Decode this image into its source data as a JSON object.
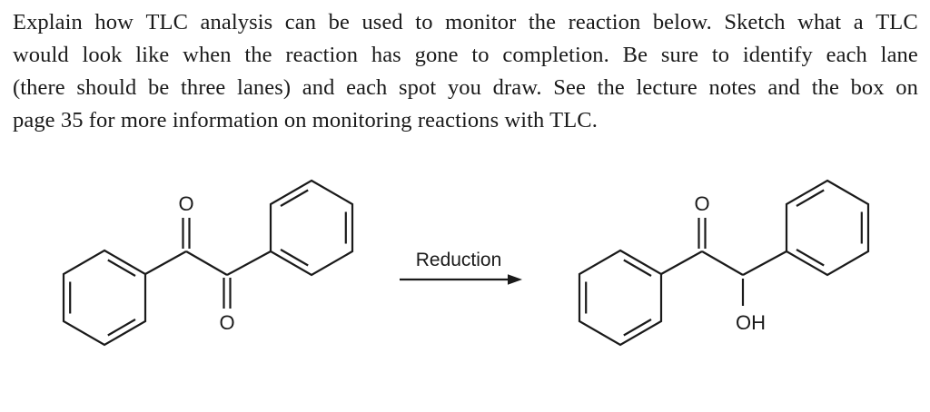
{
  "problem_text": {
    "lines": [
      "Explain how TLC analysis can be used to monitor the reaction below. Sketch what a TLC",
      "would look like when the reaction has gone to completion. Be sure to identify each lane",
      "(there should be three lanes) and each spot you draw. See the lecture notes and the box on",
      "page 35 for more information on monitoring reactions with TLC."
    ]
  },
  "reaction": {
    "arrow_label": "Reduction",
    "reactant": {
      "atom_labels": {
        "o_top": "O",
        "o_bottom": "O"
      }
    },
    "product": {
      "atom_labels": {
        "o_top": "O",
        "hydroxyl": "OH"
      }
    }
  },
  "colors": {
    "ink": "#1a1a1a",
    "background": "#ffffff"
  }
}
